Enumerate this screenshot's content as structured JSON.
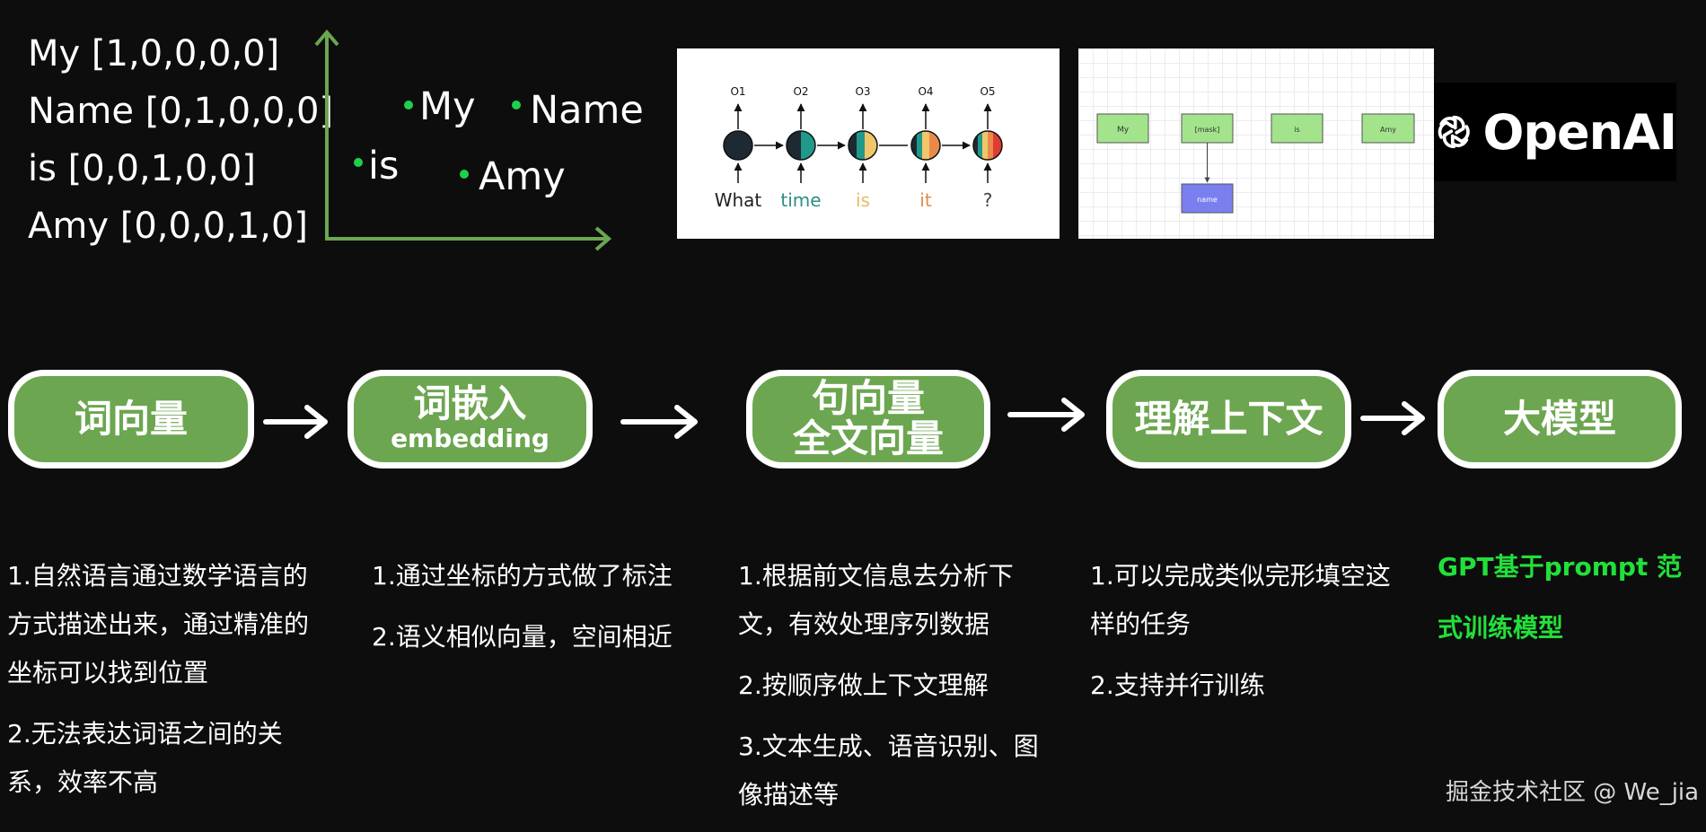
{
  "onehot": [
    {
      "word": "My",
      "vector": "[1,0,0,0,0]"
    },
    {
      "word": "Name",
      "vector": "[0,1,0,0,0]"
    },
    {
      "word": "is",
      "vector": "[0,0,1,0,0]"
    },
    {
      "word": "Amy",
      "vector": "[0,0,0,1,0]"
    }
  ],
  "scatter_words": [
    "My",
    "Name",
    "is",
    "Amy"
  ],
  "rnn_figure": {
    "outputs": [
      "O1",
      "O2",
      "O3",
      "O4",
      "O5"
    ],
    "inputs": [
      "What",
      "time",
      "is",
      "it",
      "?"
    ],
    "colors": {
      "dark": "#1e2a33",
      "teal": "#1f9a8a",
      "yellow": "#f2c56a",
      "orange": "#ea8a4a",
      "red": "#e03c31",
      "text_teal": "#2a8f84",
      "text_yellow": "#e8b964",
      "text_orange": "#df8a4b"
    }
  },
  "mask_figure": {
    "tokens": [
      "My",
      "[mask]",
      "is",
      "Amy"
    ],
    "prediction": "name",
    "colors": {
      "token_fill": "#a3e38c",
      "prediction_fill": "#7a7ff0"
    }
  },
  "openai_label": "OpenAI",
  "stages": [
    {
      "title": "词向量",
      "subtitle": ""
    },
    {
      "title": "词嵌入",
      "subtitle": "embedding"
    },
    {
      "title": "句向量\n全文向量",
      "subtitle": ""
    },
    {
      "title": "理解上下文",
      "subtitle": ""
    },
    {
      "title": "大模型",
      "subtitle": ""
    }
  ],
  "descriptions": [
    [
      "1.自然语言通过数学语言的方式描述出来，通过精准的坐标可以找到位置",
      "2.无法表达词语之间的关系，效率不高"
    ],
    [
      "1.通过坐标的方式做了标注",
      "2.语义相似向量，空间相近"
    ],
    [
      "1.根据前文信息去分析下文，有效处理序列数据",
      "2.按顺序做上下文理解",
      "3.文本生成、语音识别、图像描述等"
    ],
    [
      "1.可以完成类似完形填空这样的任务",
      "2.支持并行训练"
    ],
    [
      "GPT基于prompt 范式训练模型"
    ]
  ],
  "footer": "掘金技术社区 @ We_jia",
  "colors": {
    "stage_fill": "#6ca650",
    "axis": "#6ca650",
    "dot": "#1ed14c",
    "highlight_text": "#22e03a",
    "background": "#0d0d0d"
  }
}
